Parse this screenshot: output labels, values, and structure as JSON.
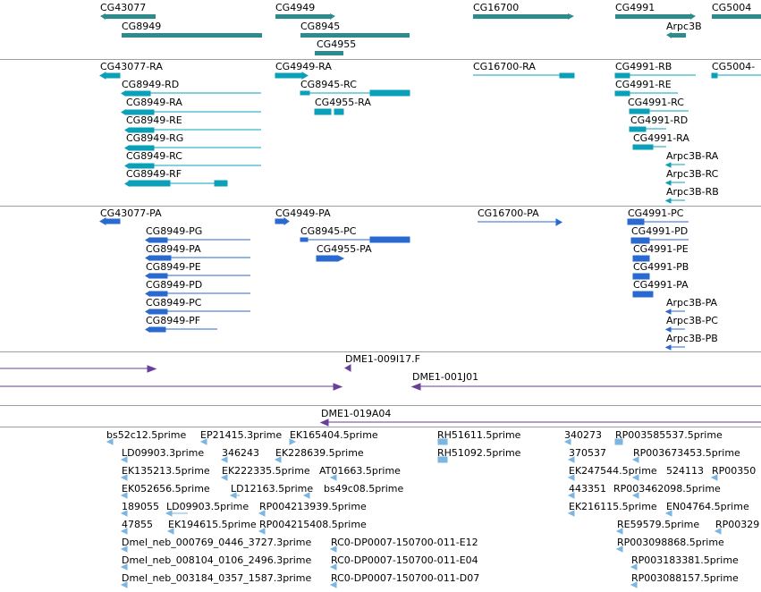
{
  "colors": {
    "gene": "#2e8b8b",
    "mrna": "#0aa0b8",
    "protein": "#2a6ad0",
    "clone": "#6a3f9a",
    "est": "#7ab6df",
    "separator": "#9aa0a6"
  },
  "tracks": {
    "genes": {
      "labels": [
        "CG43077",
        "CG8949",
        "CG4949",
        "CG8945",
        "CG4955",
        "CG16700",
        "CG4991",
        "Arpc3B",
        "CG5004"
      ]
    },
    "transcripts": {
      "labels": [
        "CG43077-RA",
        "CG8949-RD",
        "CG8949-RA",
        "CG8949-RE",
        "CG8949-RG",
        "CG8949-RC",
        "CG8949-RF",
        "CG4949-RA",
        "CG8945-RC",
        "CG4955-RA",
        "CG16700-RA",
        "CG4991-RB",
        "CG4991-RE",
        "CG4991-RC",
        "CG4991-RD",
        "CG4991-RA",
        "Arpc3B-RA",
        "Arpc3B-RC",
        "Arpc3B-RB",
        "CG5004-"
      ]
    },
    "proteins": {
      "labels": [
        "CG43077-PA",
        "CG8949-PG",
        "CG8949-PA",
        "CG8949-PE",
        "CG8949-PD",
        "CG8949-PC",
        "CG8949-PF",
        "CG4949-PA",
        "CG8945-PC",
        "CG4955-PA",
        "CG16700-PA",
        "CG4991-PC",
        "CG4991-PD",
        "CG4991-PE",
        "CG4991-PB",
        "CG4991-PA",
        "Arpc3B-PA",
        "Arpc3B-PC",
        "Arpc3B-PB"
      ]
    },
    "clones": {
      "labels": [
        "DME1-009I17.F",
        "DME1-001J01"
      ]
    },
    "clones2": {
      "labels": [
        "DME1-019A04"
      ]
    },
    "ests": {
      "labels": [
        "bs52c12.5prime",
        "EP21415.3prime",
        "EK165404.5prime",
        "RH51611.5prime",
        "340273",
        "RP003585537.5prime",
        "LD09903.3prime",
        "346243",
        "EK228639.5prime",
        "RH51092.5prime",
        "370537",
        "RP003673453.5prime",
        "EK135213.5prime",
        "EK222335.5prime",
        "AT01663.5prime",
        "EK247544.5prime",
        "524113",
        "RP00350",
        "EK052656.5prime",
        "LD12163.5prime",
        "bs49c08.5prime",
        "443351",
        "RP003462098.5prime",
        "189055",
        "LD09903.5prime",
        "RP004213939.5prime",
        "EK216115.5prime",
        "EN04764.5prime",
        "47855",
        "EK194615.5prime",
        "RP004215408.5prime",
        "RE59579.5prime",
        "RP00329",
        "Dmel_neb_000769_0446_3727.3prime",
        "RC0-DP0007-150700-011-E12",
        "RP003098868.5prime",
        "Dmel_neb_008104_0106_2496.3prime",
        "RC0-DP0007-150700-011-E04",
        "RP003183381.5prime",
        "Dmel_neb_003184_0357_1587.3prime",
        "RC0-DP0007-150700-011-D07",
        "RP003088157.5prime"
      ]
    }
  }
}
